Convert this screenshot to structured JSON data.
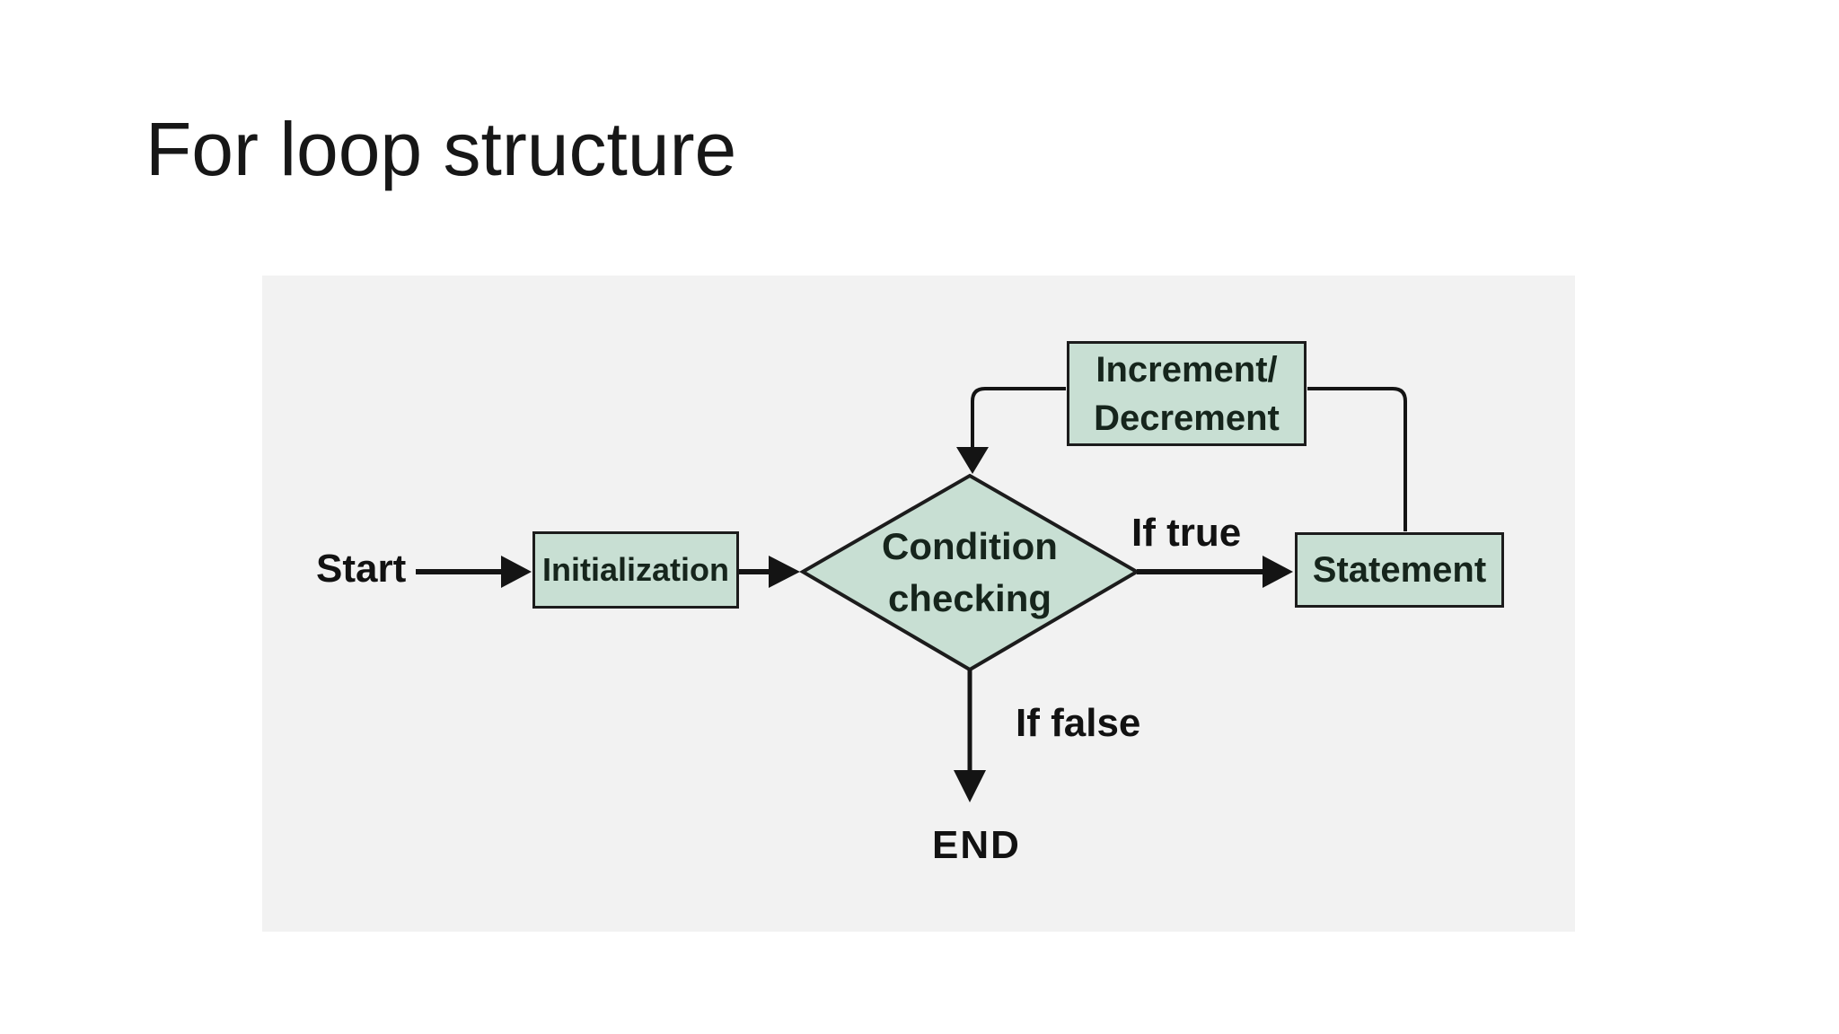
{
  "title": "For loop structure",
  "diagram": {
    "nodes": {
      "initialization": {
        "label": "Initialization"
      },
      "condition": {
        "label": "Condition checking"
      },
      "increment": {
        "line1": "Increment/",
        "line2": "Decrement"
      },
      "statement": {
        "label": "Statement"
      }
    },
    "labels": {
      "start": "Start",
      "if_true": "If true",
      "if_false": "If false",
      "end": "END"
    },
    "colors": {
      "node_fill": "#c8dfd3",
      "node_border": "#1c1c1c",
      "node_text": "#16251c",
      "panel_background": "#f2f2f2",
      "edge": "#141414",
      "title_text": "#171717",
      "page_background": "#ffffff"
    }
  }
}
